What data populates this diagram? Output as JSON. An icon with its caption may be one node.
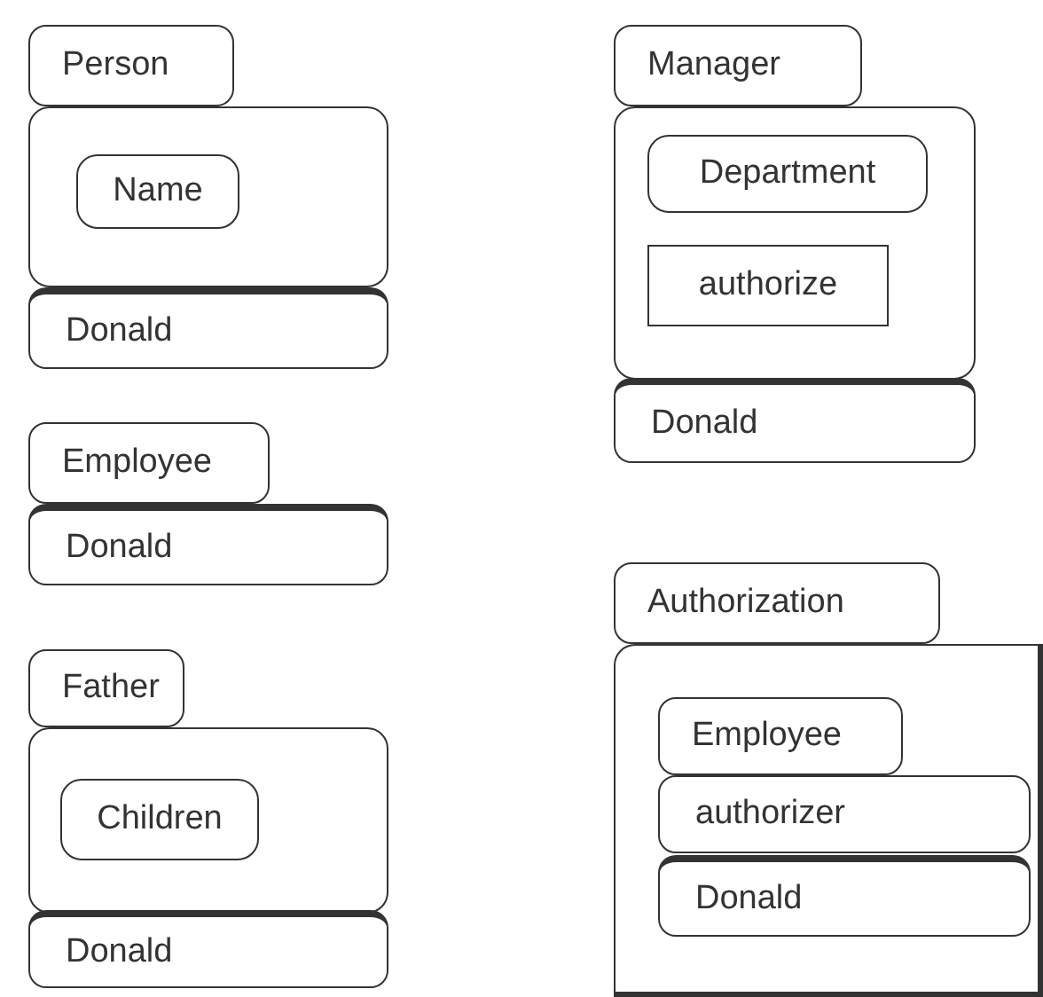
{
  "diagram": {
    "nodes": [
      {
        "text": [
          "Person"
        ]
      },
      {
        "text": [],
        "shape": "box"
      },
      {
        "text": [
          "Name"
        ],
        "in": 1
      },
      {
        "text": [
          "Donald"
        ]
      },
      {
        "text": [
          "Employee"
        ]
      },
      {
        "text": [
          "Donald"
        ]
      },
      {
        "text": [
          "Father"
        ]
      },
      {
        "text": [],
        "shape": "box"
      },
      {
        "text": [
          "Children"
        ],
        "in": 7
      },
      {
        "text": [
          "Donald"
        ]
      },
      {
        "text": [
          "Manager"
        ]
      },
      {
        "text": [],
        "shape": "box"
      },
      {
        "text": [
          "Department"
        ],
        "in": 11
      },
      {
        "text": [
          "authorize"
        ],
        "in": 11
      },
      {
        "text": [
          "Donald"
        ]
      },
      {
        "text": [
          "Authorization"
        ]
      },
      {
        "text": [],
        "shape": "box"
      },
      {
        "text": [
          "Employee"
        ],
        "in": 16
      },
      {
        "text": [
          "authorizer"
        ],
        "in": 16
      },
      {
        "text": [
          "Donald"
        ],
        "in": 16
      }
    ],
    "edges": []
  }
}
